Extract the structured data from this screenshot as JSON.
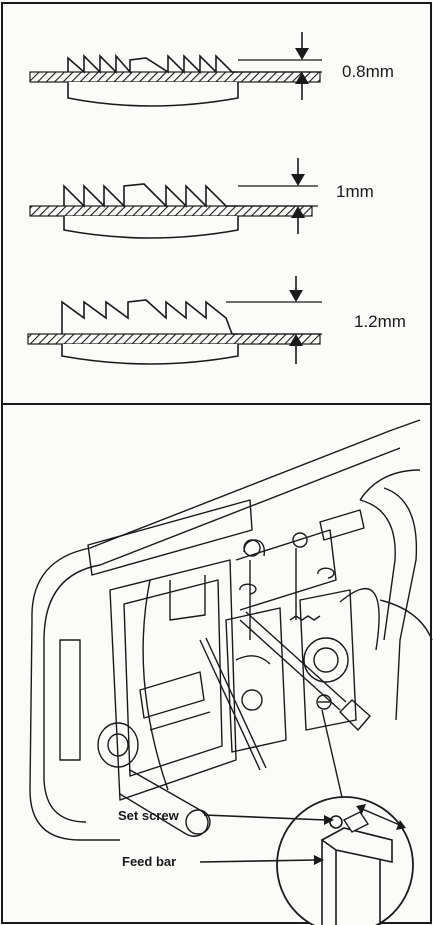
{
  "panel_top": {
    "measurements": [
      {
        "value_label": "0.8mm"
      },
      {
        "value_label": "1mm"
      },
      {
        "value_label": "1.2mm"
      }
    ]
  },
  "panel_bottom": {
    "callouts": [
      {
        "label": "Set screw"
      },
      {
        "label": "Feed bar"
      }
    ]
  },
  "colors": {
    "ink": "#1a1a1a",
    "paper": "#fbfbf9"
  }
}
